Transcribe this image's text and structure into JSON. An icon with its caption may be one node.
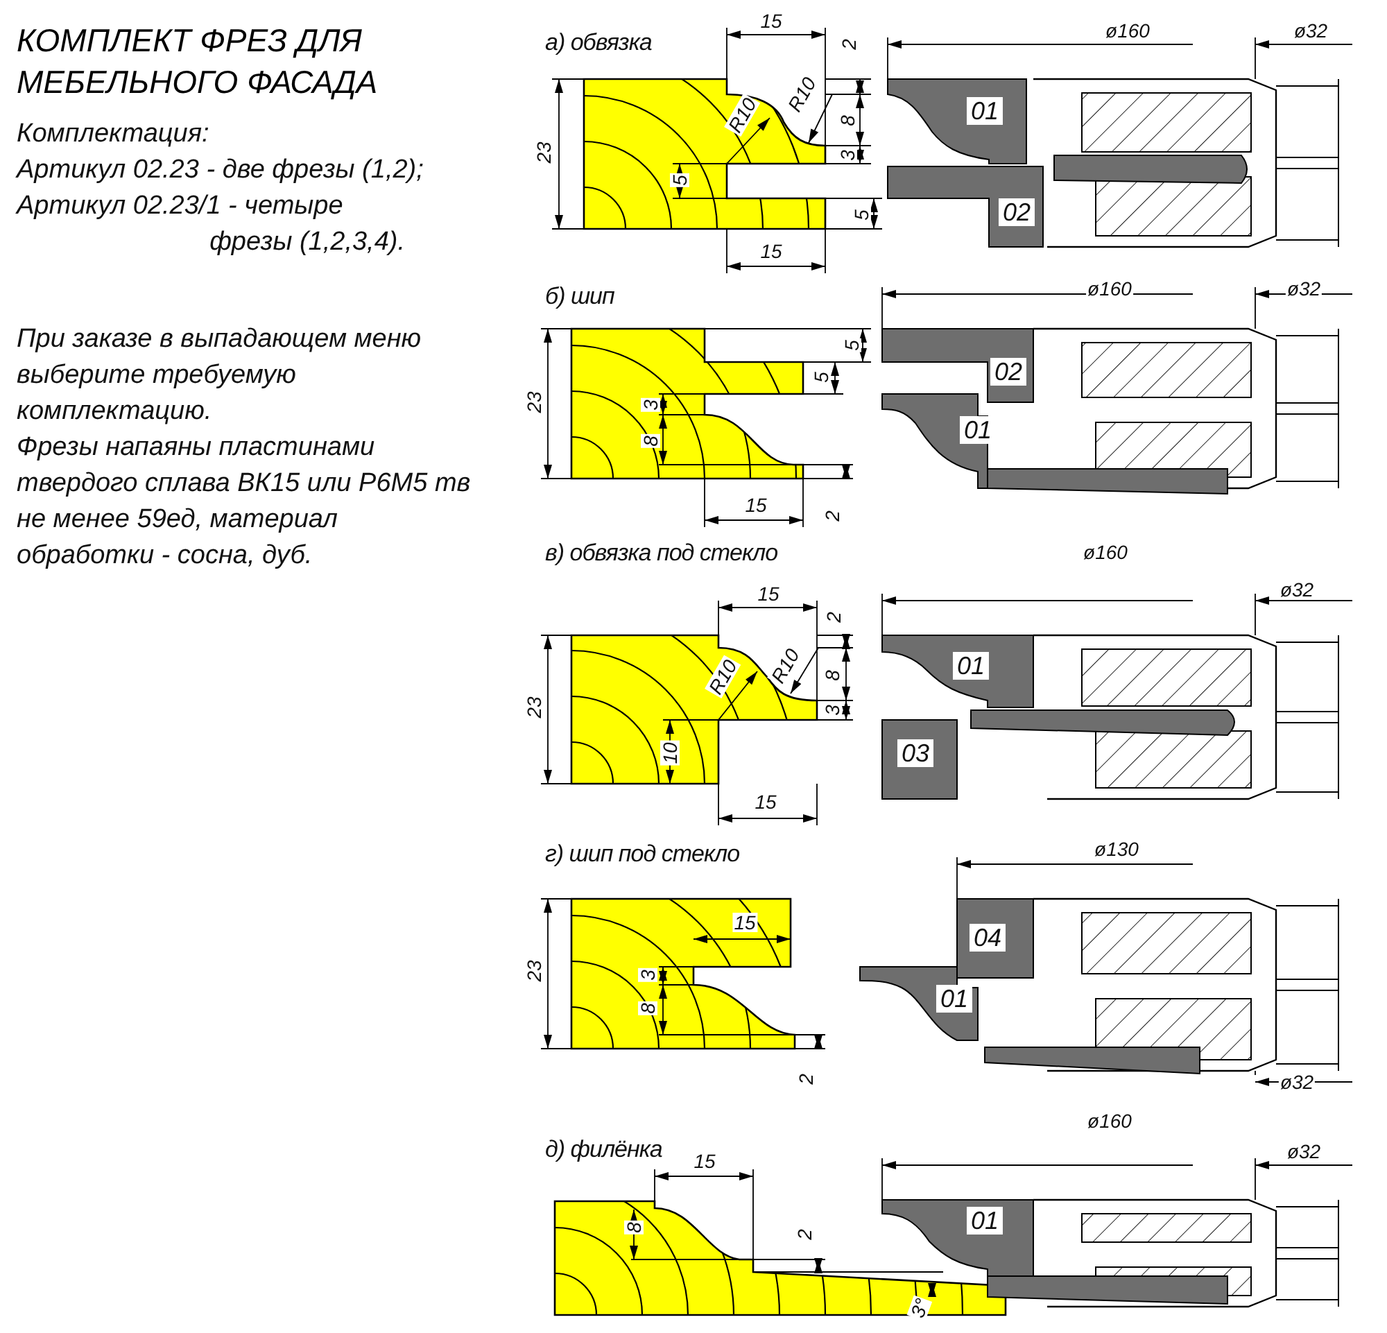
{
  "diagram": {
    "title": "КОМПЛЕКТ ФРЕЗ ДЛЯ МЕБЕЛЬНОГО ФАСАДА",
    "labels": [
      "Комплектация:",
      "Артикул 02.23 - две фрезы (1,2);",
      "Артикул 02.23/1 - четыре фрезы (1,2,3,4).",
      "При заказе в выпадающем меню выберите требуемую комплектацию.",
      "Фрезы напаяны пластинами твердого сплава ВК15 или Р6М5 тв не менее 59ед, материал обработки - сосна, дуб.",
      "а) обвязка",
      "15",
      "2",
      "ø160",
      "ø32",
      "23",
      "R10",
      "R10",
      "8",
      "01",
      "5",
      "3",
      "5",
      "02",
      "15",
      "б) шип",
      "ø160",
      "ø32",
      "23",
      "5",
      "5",
      "02",
      "3",
      "8",
      "01",
      "15",
      "2",
      "в) обвязка под стекло",
      "ø160",
      "15",
      "2",
      "ø32",
      "23",
      "R10",
      "R10",
      "8",
      "01",
      "3",
      "10",
      "03",
      "15",
      "г) шип под стекло",
      "ø130",
      "15",
      "04",
      "23",
      "3",
      "8",
      "01",
      "2",
      "ø32",
      "д) филёнка",
      "ø160",
      "ø32",
      "15",
      "8",
      "01",
      "2",
      "3°"
    ]
  }
}
